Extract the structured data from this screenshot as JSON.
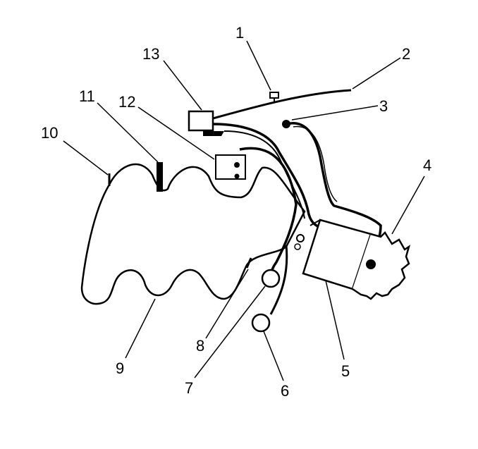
{
  "callouts": [
    {
      "id": "c1",
      "text": "1"
    },
    {
      "id": "c2",
      "text": "2"
    },
    {
      "id": "c3",
      "text": "3"
    },
    {
      "id": "c4",
      "text": "4"
    },
    {
      "id": "c5",
      "text": "5"
    },
    {
      "id": "c6",
      "text": "6"
    },
    {
      "id": "c7",
      "text": "7"
    },
    {
      "id": "c8",
      "text": "8"
    },
    {
      "id": "c9",
      "text": "9"
    },
    {
      "id": "c10",
      "text": "10"
    },
    {
      "id": "c11",
      "text": "11"
    },
    {
      "id": "c12",
      "text": "12"
    },
    {
      "id": "c13",
      "text": "13"
    }
  ],
  "colors": {
    "line": "#000000",
    "background": "#ffffff"
  }
}
